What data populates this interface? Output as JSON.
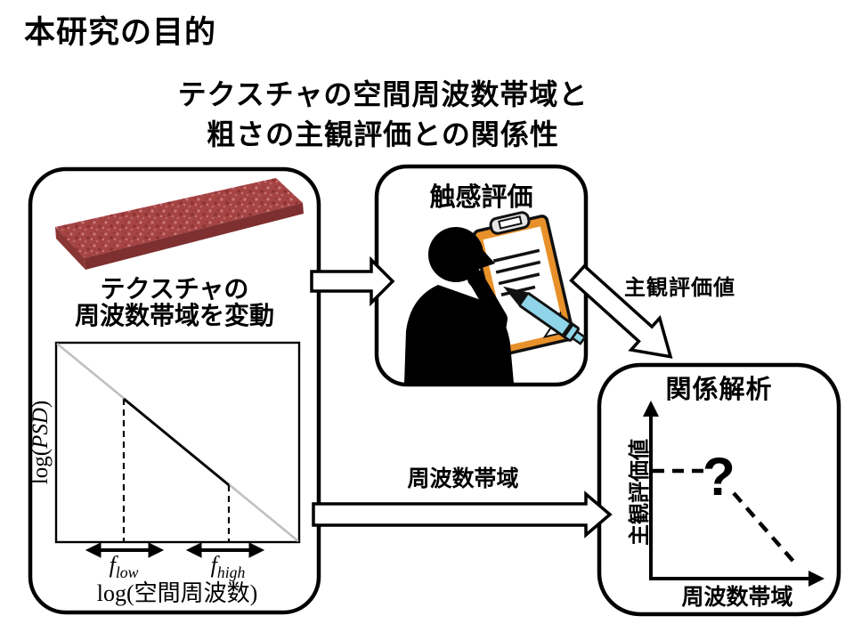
{
  "slide": {
    "title": "本研究の目的",
    "subtitle": [
      "テクスチャの空間周波数帯域と",
      "粗さの主観評価との関係性"
    ]
  },
  "texture_box": {
    "caption": [
      "テクスチャの",
      "周波数帯域を変動"
    ],
    "chart": {
      "type": "line",
      "ylabel_prefix": "log(",
      "ylabel_var": "PSD",
      "ylabel_suffix": ")",
      "xlabel": "log(空間周波数)",
      "f_low": {
        "base": "f",
        "sub": "low"
      },
      "f_high": {
        "base": "f",
        "sub": "high"
      }
    }
  },
  "touch_box": {
    "title": "触感評価"
  },
  "analysis_box": {
    "title": "関係解析",
    "chart": {
      "type": "line",
      "ylabel": "主観評価値",
      "xlabel": "周波数帯域",
      "question_mark": "?"
    }
  },
  "arrow_labels": {
    "subjective_value": "主観評価値",
    "frequency_band": "周波数帯域"
  },
  "colors": {
    "texture_red": "#A64343",
    "texture_side": "#7E2F2F",
    "texture_side_left": "#8A3535",
    "clipboard_orange": "#E8912A",
    "pen_blue": "#8FD4E8",
    "gray_line": "#C0C0C0",
    "ink": "#000000",
    "background": "#FFFFFF"
  }
}
